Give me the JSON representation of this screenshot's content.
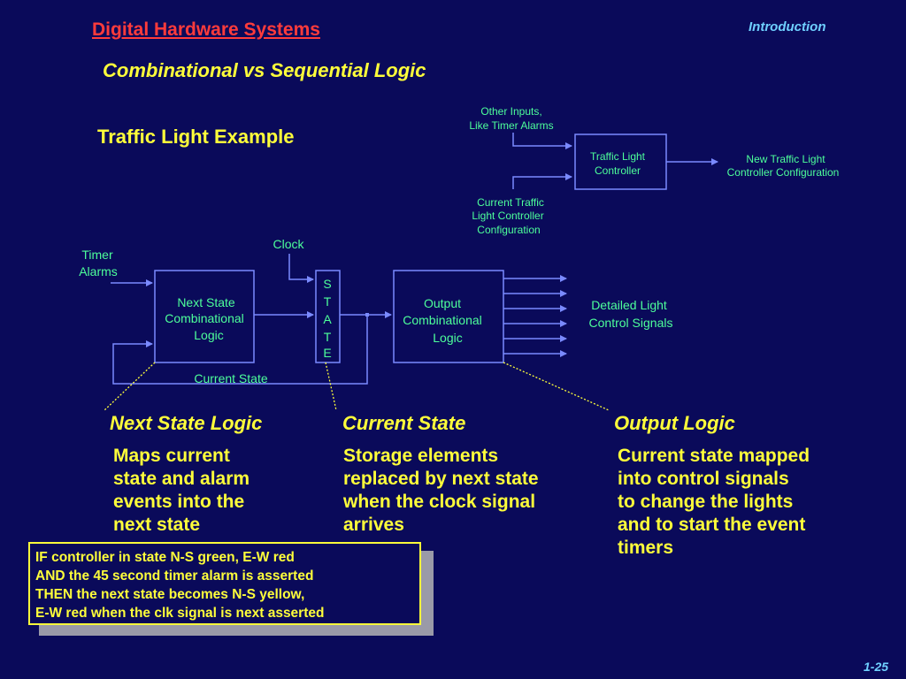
{
  "header": {
    "title": "Digital Hardware Systems",
    "section": "Introduction",
    "subtitle": "Combinational vs Sequential Logic",
    "example_title": "Traffic Light Example"
  },
  "top_diagram": {
    "other_inputs": [
      "Other Inputs,",
      "Like Timer Alarms"
    ],
    "controller": [
      "Traffic Light",
      "Controller"
    ],
    "new_config": [
      "New Traffic Light",
      "Controller Configuration"
    ],
    "current_config": [
      "Current Traffic",
      "Light Controller",
      "Configuration"
    ]
  },
  "main_diagram": {
    "timer_alarms": [
      "Timer",
      "Alarms"
    ],
    "clock": "Clock",
    "next_state_box": [
      "Next State",
      "Combinational",
      "Logic"
    ],
    "state_letters": [
      "S",
      "T",
      "A",
      "T",
      "E"
    ],
    "output_box": [
      "Output",
      "Combinational",
      "Logic"
    ],
    "detailed_signals": [
      "Detailed Light",
      "Control Signals"
    ],
    "current_state": "Current State"
  },
  "columns": [
    {
      "heading": "Next State Logic",
      "body": [
        "Maps current",
        "state and alarm",
        "events into the",
        "next state"
      ]
    },
    {
      "heading": "Current State",
      "body": [
        "Storage elements",
        "replaced by next state",
        "when the clock signal",
        "arrives"
      ]
    },
    {
      "heading": "Output Logic",
      "body": [
        "Current state mapped",
        "into control signals",
        "to change the lights",
        "and to start the event",
        "timers"
      ]
    }
  ],
  "callout": {
    "lines": [
      "IF controller in state N-S green, E-W red",
      "AND the 45 second timer alarm is asserted",
      "THEN the next state becomes N-S yellow,",
      "E-W red when the clk signal is next asserted"
    ]
  },
  "footer": {
    "page": "1-25"
  },
  "colors": {
    "background": "#0a0a5a",
    "title": "#ff3b3b",
    "accent_text": "#ffff3a",
    "diagram_text": "#4dff9a",
    "lines": "#7a8aff"
  }
}
